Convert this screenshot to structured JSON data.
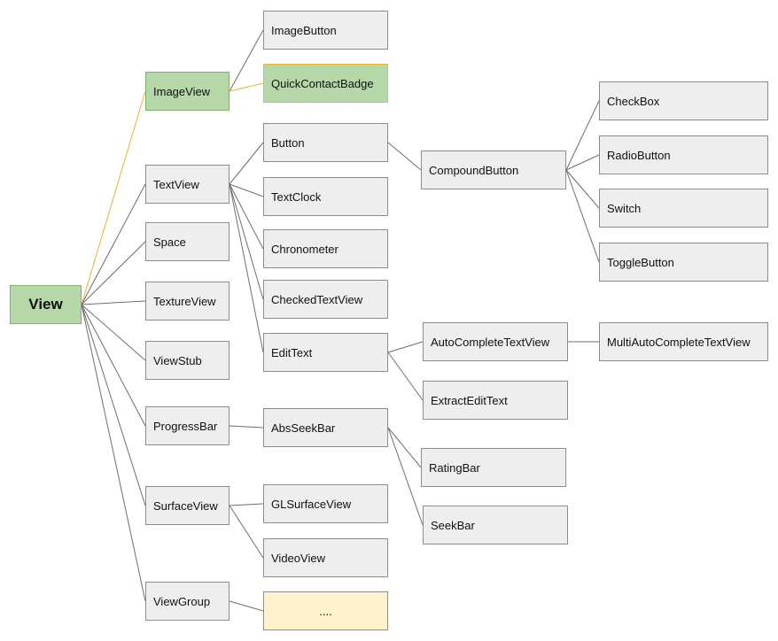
{
  "nodes": {
    "view": "View",
    "imageview": "ImageView",
    "textview": "TextView",
    "space": "Space",
    "textureview": "TextureView",
    "viewstub": "ViewStub",
    "progressbar": "ProgressBar",
    "surfaceview": "SurfaceView",
    "viewgroup": "ViewGroup",
    "imagebutton": "ImageButton",
    "quickcontactbadge": "QuickContactBadge",
    "button": "Button",
    "textclock": "TextClock",
    "chronometer": "Chronometer",
    "checkedtextview": "CheckedTextView",
    "edittext": "EditText",
    "absseekbar": "AbsSeekBar",
    "glsurfaceview": "GLSurfaceView",
    "videoview": "VideoView",
    "ellipsis": "....",
    "compoundbutton": "CompoundButton",
    "autocompletetextview": "AutoCompleteTextView",
    "extractedittext": "ExtractEditText",
    "ratingbar": "RatingBar",
    "seekbar": "SeekBar",
    "checkbox": "CheckBox",
    "radiobutton": "RadioButton",
    "switch": "Switch",
    "togglebutton": "ToggleButton",
    "multiautocompletetextview": "MultiAutoCompleteTextView"
  },
  "edges": [
    {
      "from": "view",
      "to": "imageview",
      "highlight": true
    },
    {
      "from": "view",
      "to": "textview"
    },
    {
      "from": "view",
      "to": "space"
    },
    {
      "from": "view",
      "to": "textureview"
    },
    {
      "from": "view",
      "to": "viewstub"
    },
    {
      "from": "view",
      "to": "progressbar"
    },
    {
      "from": "view",
      "to": "surfaceview"
    },
    {
      "from": "view",
      "to": "viewgroup"
    },
    {
      "from": "imageview",
      "to": "imagebutton"
    },
    {
      "from": "imageview",
      "to": "quickcontactbadge",
      "highlight": true
    },
    {
      "from": "textview",
      "to": "button"
    },
    {
      "from": "textview",
      "to": "textclock"
    },
    {
      "from": "textview",
      "to": "chronometer"
    },
    {
      "from": "textview",
      "to": "checkedtextview"
    },
    {
      "from": "textview",
      "to": "edittext"
    },
    {
      "from": "button",
      "to": "compoundbutton"
    },
    {
      "from": "compoundbutton",
      "to": "checkbox"
    },
    {
      "from": "compoundbutton",
      "to": "radiobutton"
    },
    {
      "from": "compoundbutton",
      "to": "switch"
    },
    {
      "from": "compoundbutton",
      "to": "togglebutton"
    },
    {
      "from": "edittext",
      "to": "autocompletetextview"
    },
    {
      "from": "edittext",
      "to": "extractedittext"
    },
    {
      "from": "autocompletetextview",
      "to": "multiautocompletetextview"
    },
    {
      "from": "progressbar",
      "to": "absseekbar"
    },
    {
      "from": "absseekbar",
      "to": "ratingbar"
    },
    {
      "from": "absseekbar",
      "to": "seekbar"
    },
    {
      "from": "surfaceview",
      "to": "glsurfaceview"
    },
    {
      "from": "surfaceview",
      "to": "videoview"
    },
    {
      "from": "viewgroup",
      "to": "ellipsis"
    }
  ],
  "colors": {
    "edge": "#6d6d6d",
    "edge_highlight": "#f2b233",
    "node_fill": "#eeeeee",
    "highlight_fill": "#b6d7a8",
    "pending_fill": "#fff2cc"
  }
}
